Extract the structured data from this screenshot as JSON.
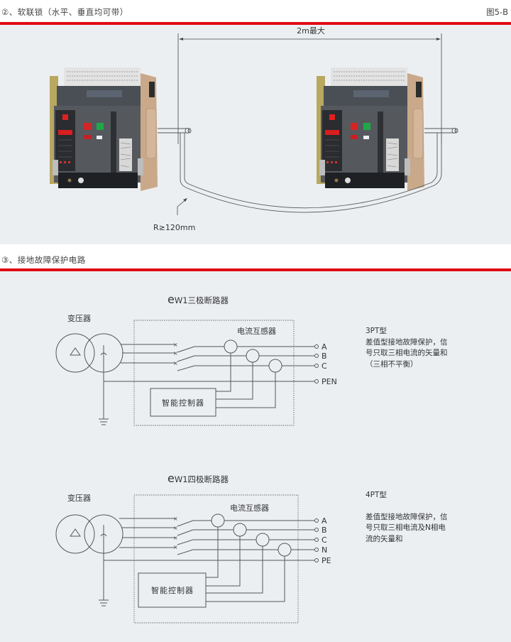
{
  "section2": {
    "title": "②、软联锁（水平、垂直均可带）",
    "figure_label": "图5-B",
    "distance_label": "2m最大",
    "radius_label": "R≥120mm",
    "left_breaker": "circuit-breaker-photo",
    "right_breaker": "circuit-breaker-photo"
  },
  "section3": {
    "title": "③、接地故障保护电路",
    "diagram1": {
      "title_prefix": "e",
      "title": "W1三极断路器",
      "transformer_label": "变压器",
      "ct_label": "电流互感器",
      "controller_label": "智能控制器",
      "terminals": [
        "A",
        "B",
        "C",
        "PEN"
      ],
      "description": {
        "type": "3PT型",
        "lines": [
          "差值型接地故障保护，信",
          "号只取三相电流的矢量和",
          "（三相不平衡）"
        ]
      }
    },
    "diagram2": {
      "title_prefix": "e",
      "title": "W1四极断路器",
      "transformer_label": "变压器",
      "ct_label": "电流互感器",
      "controller_label": "智能控制器",
      "terminals": [
        "A",
        "B",
        "C",
        "N",
        "PE"
      ],
      "description": {
        "type": "4PT型",
        "lines": [
          "差值型接地故障保护，信",
          "号只取三相电流及N相电",
          "流的矢量和"
        ]
      }
    }
  }
}
